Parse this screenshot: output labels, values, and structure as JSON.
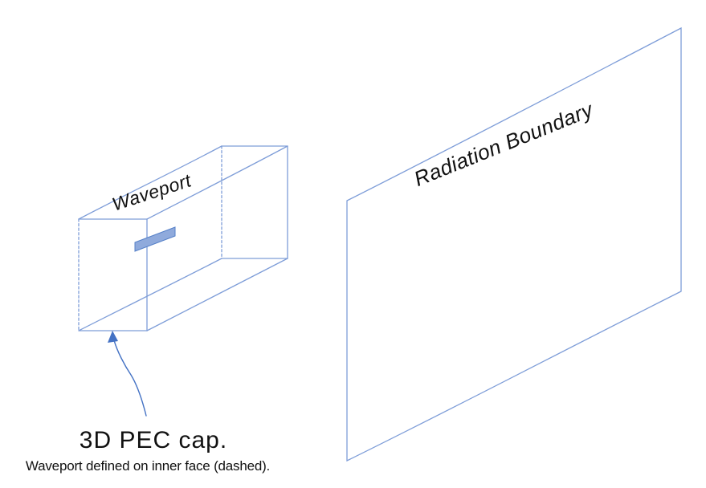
{
  "diagram": {
    "waveguide": {
      "port_label": "Waveport"
    },
    "boundary": {
      "label": "Radiation Boundary"
    },
    "callout": {
      "title": "3D PEC cap.",
      "subtitle": "Waveport defined on inner face (dashed).",
      "arrow_icon": "curved-up-arrow"
    },
    "colors": {
      "edge_blue": "#7E9DD8",
      "strip_fill": "#8FAADC",
      "strip_stroke": "#5580C8",
      "arrow_blue": "#4472C4",
      "text": "#111111",
      "background": "#FFFFFF"
    }
  }
}
